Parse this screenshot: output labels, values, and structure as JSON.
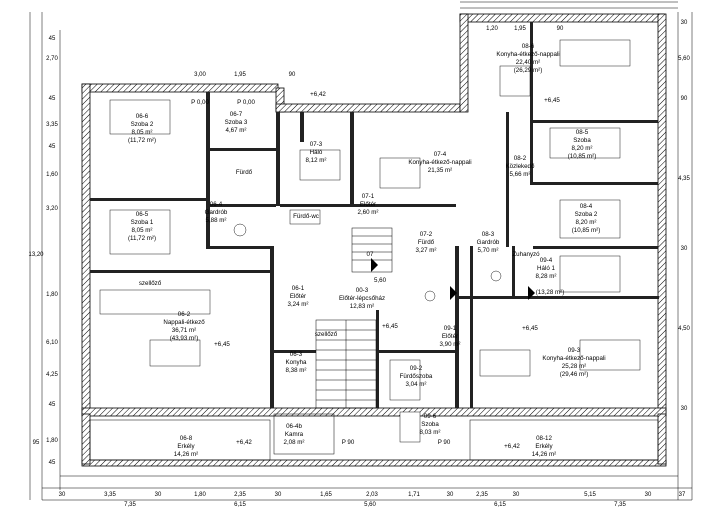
{
  "rooms": [
    {
      "id": "06-6",
      "name": "Szoba 2",
      "area": "8,05 m²",
      "area2": "(11,72 m²)"
    },
    {
      "id": "06-7",
      "name": "Szoba 3",
      "area": "4,67 m²"
    },
    {
      "id": "07-3",
      "name": "Háló",
      "area": "8,12 m²"
    },
    {
      "id": "07-4",
      "name": "Konyha-étkező-nappali",
      "area": "21,35 m²"
    },
    {
      "id": "08-6",
      "name": "Konyha-étkező-nappali",
      "area": "22,40 m²",
      "area2": "(26,29 m²)"
    },
    {
      "id": "08-2",
      "name": "Közlekedő",
      "area": "5,66 m²"
    },
    {
      "id": "08-5",
      "name": "Szoba",
      "area": "8,20 m²",
      "area2": "(10,85 m²)"
    },
    {
      "id": "06-5",
      "name": "Szoba 1",
      "area": "8,05 m²",
      "area2": "(11,72 m²)"
    },
    {
      "id": "06-4",
      "name": "Gardrób",
      "area": "5,88 m²"
    },
    {
      "id": "07-1",
      "name": "Előtér",
      "area": "2,60 m²"
    },
    {
      "id": "07-2",
      "name": "Fürdő",
      "area": "3,27 m²"
    },
    {
      "id": "08-3",
      "name": "Gardrób",
      "area": "5,70 m²"
    },
    {
      "id": "08-4",
      "name": "Szoba 2",
      "area": "8,20 m²",
      "area2": "(10,85 m²)"
    },
    {
      "id": "09-4",
      "name": "Háló 1",
      "area": "8,28 m²",
      "area2": "(13,28 m²)"
    },
    {
      "id": "06-1",
      "name": "Előtér",
      "area": "3,24 m²"
    },
    {
      "id": "00-3",
      "name": "Előtér-lépcsőház",
      "area": "12,83 m²"
    },
    {
      "id": "06-2",
      "name": "Nappali-étkező",
      "area": "36,71 m²",
      "area2": "(43,93 m²)"
    },
    {
      "id": "09-1",
      "name": "Előtér",
      "area": "3,90 m²"
    },
    {
      "id": "09-3",
      "name": "Konyha-étkező-nappali",
      "area": "25,28 m²",
      "area2": "(29,46 m²)"
    },
    {
      "id": "06-3",
      "name": "Konyha",
      "area": "8,38 m²"
    },
    {
      "id": "06-4b",
      "name": "Kamra",
      "area": "2,08 m²"
    },
    {
      "id": "09-2",
      "name": "Fürdőszoba",
      "area": "3,04 m²"
    },
    {
      "id": "09-6",
      "name": "Szoba",
      "area": "8,03 m²"
    },
    {
      "id": "06-8",
      "name": "Erkély",
      "area": "14,26 m²"
    },
    {
      "id": "08-12",
      "name": "Erkély",
      "area": "14,26 m²"
    }
  ],
  "misc_labels": {
    "szellozo1": "szellőző",
    "szellozo2": "szellőző",
    "furdo_small": "Fürdő",
    "wc": "Fürdő-wc",
    "zuhany": "Zuhanyzó",
    "elev1": "+6,42",
    "elev2": "+6,45",
    "elev3": "+6,45",
    "elev4": "+6,45",
    "elev5": "+6,45",
    "elev6": "+6,42",
    "elev7": "+6,42",
    "p1": "P 0,00",
    "p2": "P 0,00",
    "p3": "P 90",
    "p4": "P 90",
    "stair": "07",
    "stair2": "5,60"
  },
  "dims_bottom": [
    "30",
    "3,35",
    "30",
    "1,80",
    "2,35",
    "30",
    "1,65",
    "2,03",
    "1,71",
    "30",
    "2,35",
    "30",
    "5,15",
    "30",
    "37"
  ],
  "dims_bottom2": [
    "7,35",
    "6,15",
    "5,60",
    "6,15",
    "7,35"
  ],
  "dims_left": [
    "45",
    "2,70",
    "45",
    "3,35",
    "45",
    "1,60",
    "3,20",
    "6,10",
    "1,80",
    "4,25",
    "45",
    "1,80",
    "45"
  ],
  "dims_left2": [
    "13,20",
    "95"
  ],
  "dims_right": [
    "30",
    "5,60",
    "90",
    "4,35",
    "30",
    "4,50",
    "30"
  ],
  "dims_top": [
    "3,00",
    "1,95",
    "90",
    "1,20",
    "1,95",
    "90"
  ],
  "colors": {
    "wall": "#222222",
    "background": "#ffffff"
  }
}
